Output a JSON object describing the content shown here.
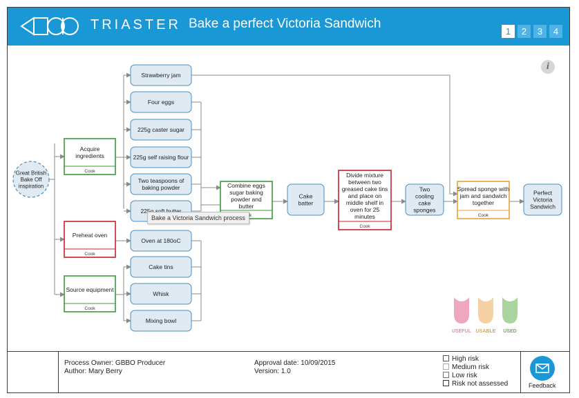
{
  "header": {
    "brand": "TRIASTER",
    "title": "Bake a perfect Victoria Sandwich",
    "pages": [
      "1",
      "2",
      "3",
      "4"
    ],
    "active_page": "1",
    "bg_color": "#1a97d5"
  },
  "diagram": {
    "start": "Great British Bake Off inspiration",
    "actions": [
      {
        "text": "Acquire ingredients",
        "role": "Cook",
        "risk": "low"
      },
      {
        "text": "Preheat oven",
        "role": "Cook",
        "risk": "high"
      },
      {
        "text": "Source equipment",
        "role": "Cook",
        "risk": "low"
      },
      {
        "text": "Combine eggs sugar baking powder and butter",
        "role": "Cook",
        "risk": "low"
      },
      {
        "text": "Divide mixture between two greased cake tins and place on middle shelf in oven for 25 minutes",
        "role": "Cook",
        "risk": "high"
      },
      {
        "text": "Spread sponge with jam and sandwich together",
        "role": "Cook",
        "risk": "medium"
      }
    ],
    "things": [
      "Strawberry jam",
      "Four eggs",
      "225g caster sugar",
      "225g self raising flour",
      "Two teaspoons of baking powder",
      "225g soft butter",
      "Oven at 180oC",
      "Cake tins",
      "Whisk",
      "Mixing bowl",
      "Cake batter",
      "Two cooling cake sponges",
      "Perfect Victoria Sandwich"
    ],
    "tooltip": "Bake a Victoria Sandwich process",
    "info_icon": "i",
    "colors": {
      "low": "#3a9a3a",
      "high": "#c8202a",
      "medium": "#e8a13a",
      "thing_fill": "#dfeaf3",
      "thing_border": "#4a8fc2"
    }
  },
  "badge": {
    "labels": [
      "USEFUL",
      "USABLE",
      "USED"
    ],
    "colors": [
      "#e98aa8",
      "#f3c58d",
      "#8cc67e"
    ]
  },
  "footer": {
    "owner": "Process Owner: GBBO Producer",
    "author": "Author: Mary Berry",
    "approval": "Approval date: 10/09/2015",
    "version": "Version: 1.0",
    "legend": [
      {
        "label": "High risk",
        "color": "#c8202a"
      },
      {
        "label": "Medium risk",
        "color": "#e8a13a"
      },
      {
        "label": "Low risk",
        "color": "#3a9a3a"
      },
      {
        "label": "Risk not assessed",
        "color": "#333333"
      }
    ],
    "feedback": "Feedback"
  }
}
